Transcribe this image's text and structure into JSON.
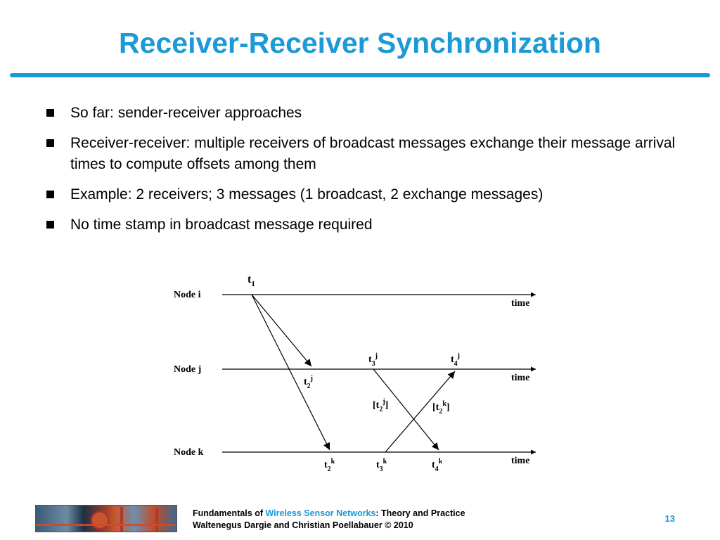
{
  "slide": {
    "title": "Receiver-Receiver Synchronization",
    "bullets": [
      "So far: sender-receiver approaches",
      "Receiver-receiver: multiple receivers of broadcast messages exchange their message arrival times to compute offsets among them",
      "Example: 2 receivers; 3 messages (1 broadcast, 2 exchange messages)",
      "No time stamp in broadcast message required"
    ]
  },
  "diagram": {
    "nodes": [
      "Node i",
      "Node j",
      "Node k"
    ],
    "axis_label": "time",
    "labels": {
      "t1": {
        "base": "t",
        "sub": "1",
        "sup": ""
      },
      "t2j": {
        "base": "t",
        "sub": "2",
        "sup": "j"
      },
      "t3j": {
        "base": "t",
        "sub": "3",
        "sup": "j"
      },
      "t4j": {
        "base": "t",
        "sub": "4",
        "sup": "j"
      },
      "t2k": {
        "base": "t",
        "sub": "2",
        "sup": "k"
      },
      "t3k": {
        "base": "t",
        "sub": "3",
        "sup": "k"
      },
      "t4k": {
        "base": "t",
        "sub": "4",
        "sup": "k"
      },
      "msg_t2j": {
        "base": "[t",
        "sub": "2",
        "sup": "j",
        "close": "]"
      },
      "msg_t2k": {
        "base": "[t",
        "sub": "2",
        "sup": "k",
        "close": "]"
      }
    }
  },
  "footer": {
    "line1_prefix": "Fundamentals of ",
    "line1_highlight": "Wireless Sensor Networks",
    "line1_suffix": ": Theory and Practice",
    "line2": "Waltenegus Dargie and Christian Poellabauer © 2010",
    "page_number": "13",
    "accent_color": "#1b9ad6"
  }
}
